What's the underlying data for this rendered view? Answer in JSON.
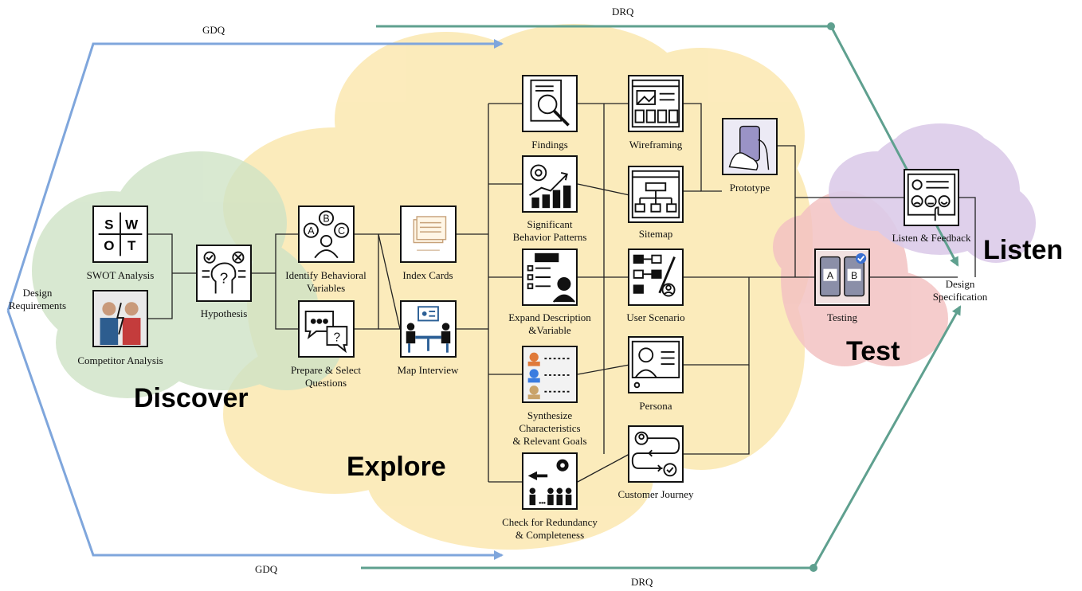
{
  "arrows": {
    "gdq_top": "GDQ",
    "drq_top": "DRQ",
    "gdq_bottom": "GDQ",
    "drq_bottom": "DRQ"
  },
  "phases": {
    "discover": "Discover",
    "explore": "Explore",
    "test": "Test",
    "listen": "Listen"
  },
  "endpoints": {
    "input_line1": "Design",
    "input_line2": "Requirements",
    "output_line1": "Design",
    "output_line2": "Specification"
  },
  "nodes": {
    "swot": {
      "label1": "SWOT Analysis",
      "glyph": [
        "S",
        "W",
        "O",
        "T"
      ]
    },
    "competitor": {
      "label1": "Competitor Analysis"
    },
    "hypothesis": {
      "label1": "Hypothesis"
    },
    "behavioral": {
      "label1": "Identify Behavioral",
      "label2": "Variables",
      "glyph": [
        "B",
        "A",
        "C"
      ]
    },
    "prepare": {
      "label1": "Prepare & Select",
      "label2": "Questions"
    },
    "index": {
      "label1": "Index Cards"
    },
    "map_interview": {
      "label1": "Map Interview"
    },
    "findings": {
      "label1": "Findings"
    },
    "patterns": {
      "label1": "Significant",
      "label2": "Behavior Patterns"
    },
    "expand": {
      "label1": "Expand Description",
      "label2": "&Variable"
    },
    "synthesize": {
      "label1": "Synthesize",
      "label2": "Characteristics",
      "label3": "& Relevant Goals"
    },
    "redundancy": {
      "label1": "Check for Redundancy",
      "label2": "& Completeness"
    },
    "wireframing": {
      "label1": "Wireframing"
    },
    "sitemap": {
      "label1": "Sitemap"
    },
    "scenario": {
      "label1": "User Scenario"
    },
    "persona": {
      "label1": "Persona"
    },
    "journey": {
      "label1": "Customer Journey"
    },
    "prototype": {
      "label1": "Prototype"
    },
    "testing": {
      "label1": "Testing",
      "glyph": [
        "A",
        "B"
      ]
    },
    "listen_feedback": {
      "label1": "Listen & Feedback"
    }
  },
  "colors": {
    "discover_cloud": "#cfe3c6",
    "explore_cloud": "#fbe8b0",
    "test_cloud": "#f3c3c3",
    "listen_cloud": "#dccce9",
    "gdq_arrow": "#7fa6dc",
    "drq_arrow": "#5fa08f",
    "line": "#222222"
  }
}
